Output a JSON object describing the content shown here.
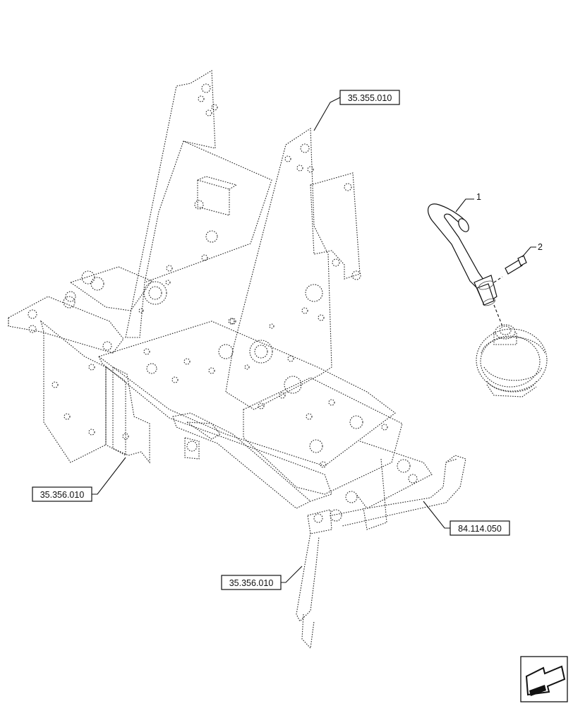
{
  "callouts": [
    {
      "id": "1",
      "label": "1"
    },
    {
      "id": "2",
      "label": "2"
    }
  ],
  "references": [
    {
      "id": "ref-top",
      "label": "35.355.010"
    },
    {
      "id": "ref-left",
      "label": "35.356.010"
    },
    {
      "id": "ref-right",
      "label": "84.114.050"
    },
    {
      "id": "ref-bottom",
      "label": "35.356.010"
    }
  ],
  "nav_icon": "view-orientation-arrow-icon"
}
